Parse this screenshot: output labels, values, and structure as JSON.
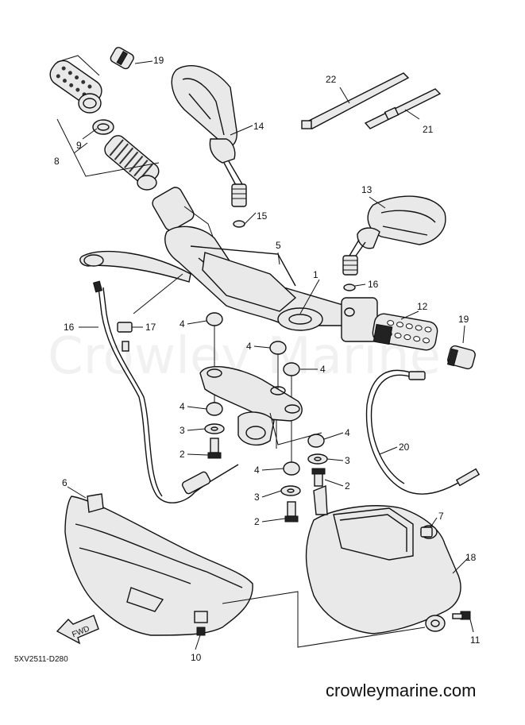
{
  "watermark": "Crowley Marine",
  "drawing_code": "5XV2511-D280",
  "site": "crowleymarine.com",
  "fwd_label": "FWD",
  "callouts": [
    "1",
    "2",
    "2",
    "2",
    "3",
    "3",
    "3",
    "4",
    "4",
    "4",
    "4",
    "4",
    "4",
    "5",
    "6",
    "7",
    "8",
    "9",
    "10",
    "11",
    "12",
    "13",
    "14",
    "15",
    "16",
    "16",
    "17",
    "18",
    "19",
    "19",
    "20",
    "21",
    "22"
  ]
}
